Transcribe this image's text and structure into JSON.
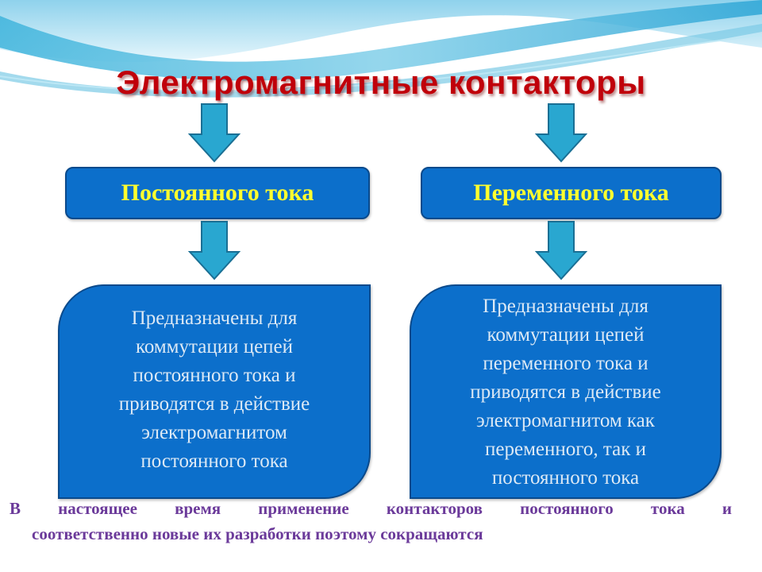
{
  "title": "Электромагнитные контакторы",
  "branches": [
    {
      "header": "Постоянного тока",
      "description": [
        "Предназначены для",
        "коммутации цепей",
        "постоянного тока и",
        "приводятся в действие",
        "электромагнитом",
        "постоянного тока"
      ]
    },
    {
      "header": "Переменного тока",
      "description": [
        "Предназначены для",
        "коммутации цепей",
        "переменного тока и",
        "приводятся в действие",
        "электромагнитом как",
        "переменного, так и",
        "постоянного тока"
      ]
    }
  ],
  "footer": {
    "line1": "В настоящее время применение контакторов постоянного тока и",
    "line2": "соответственно новые их разработки поэтому сокращаются"
  },
  "colors": {
    "title": "#c0000a",
    "box_fill": "#0c6fcb",
    "header_text": "#ffff2e",
    "desc_text": "#dce9f5",
    "arrow_fill": "#29a7d0",
    "footer_text": "#6b3a9a"
  },
  "icons": {
    "arrow": "arrow-down-icon"
  }
}
